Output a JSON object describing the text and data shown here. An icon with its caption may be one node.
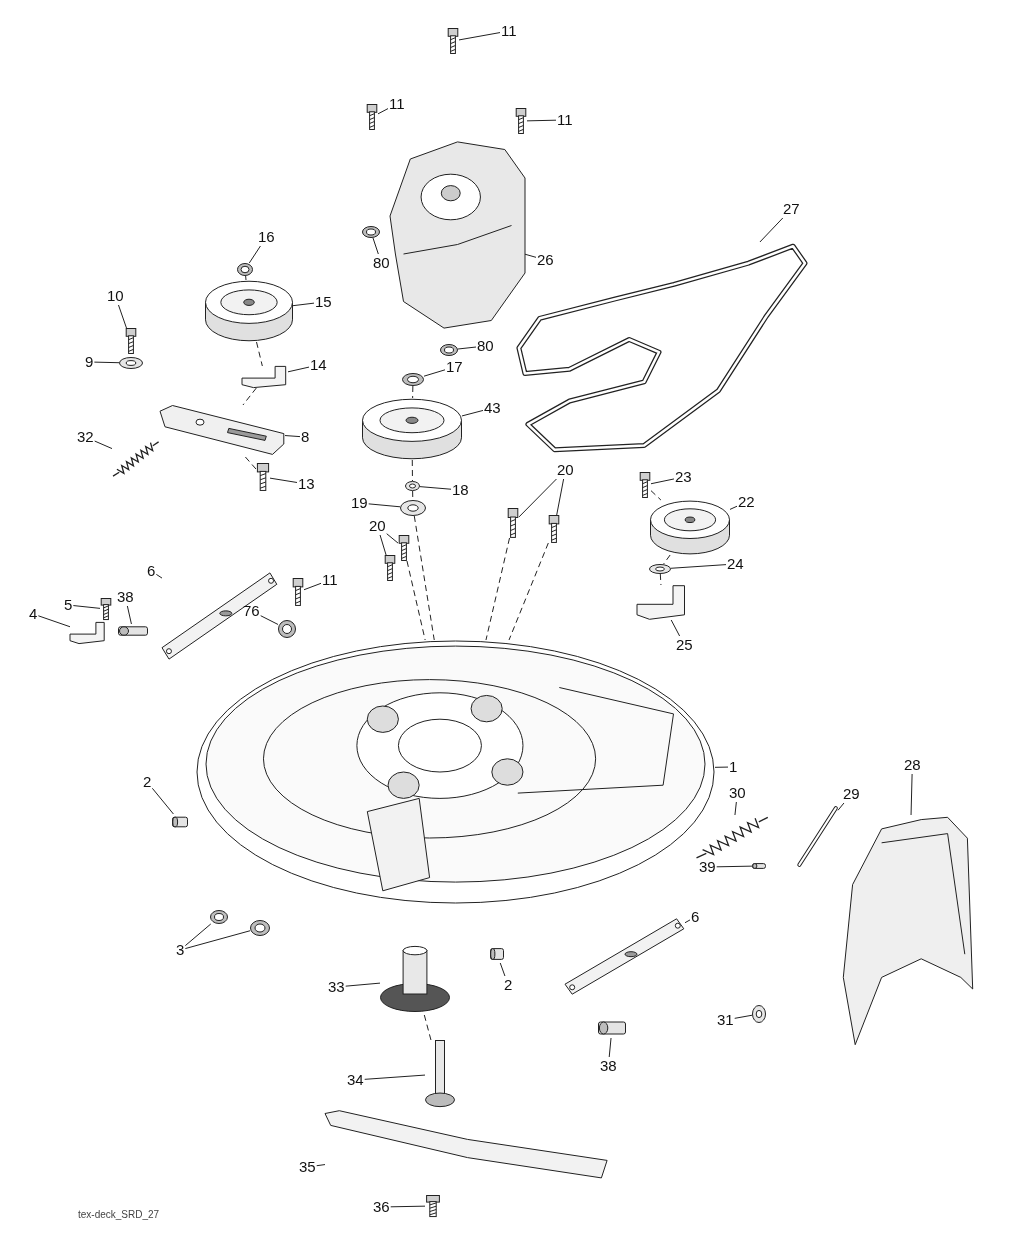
{
  "diagram": {
    "nodes": [
      {
        "text": [
          "11"
        ]
      },
      {
        "text": [
          "11"
        ]
      },
      {
        "text": [
          "11"
        ]
      },
      {
        "text": [
          "27"
        ]
      },
      {
        "text": [
          "16"
        ]
      },
      {
        "text": [
          "26"
        ]
      },
      {
        "text": [
          "10"
        ]
      },
      {
        "text": [
          "15"
        ]
      },
      {
        "text": [
          "80"
        ]
      },
      {
        "text": [
          "80"
        ]
      },
      {
        "text": [
          "9"
        ]
      },
      {
        "text": [
          "14"
        ]
      },
      {
        "text": [
          "17"
        ]
      },
      {
        "text": [
          "43"
        ]
      },
      {
        "text": [
          "8"
        ]
      },
      {
        "text": [
          "32"
        ]
      },
      {
        "text": [
          "13"
        ]
      },
      {
        "text": [
          "19"
        ]
      },
      {
        "text": [
          "18"
        ]
      },
      {
        "text": [
          "20"
        ]
      },
      {
        "text": [
          "23"
        ]
      },
      {
        "text": [
          "22"
        ]
      },
      {
        "text": [
          "20"
        ]
      },
      {
        "text": [
          "11"
        ]
      },
      {
        "text": [
          "24"
        ]
      },
      {
        "text": [
          "5"
        ]
      },
      {
        "text": [
          "38"
        ]
      },
      {
        "text": [
          "6"
        ]
      },
      {
        "text": [
          "76"
        ]
      },
      {
        "text": [
          "25"
        ]
      },
      {
        "text": [
          "4"
        ]
      },
      {
        "text": [
          "1"
        ]
      },
      {
        "text": [
          "2"
        ]
      },
      {
        "text": [
          "30"
        ]
      },
      {
        "text": [
          "29"
        ]
      },
      {
        "text": [
          "28"
        ]
      },
      {
        "text": [
          "39"
        ]
      },
      {
        "text": [
          "3"
        ]
      },
      {
        "text": [
          "2"
        ]
      },
      {
        "text": [
          "33"
        ]
      },
      {
        "text": [
          "6"
        ]
      },
      {
        "text": [
          "31"
        ]
      },
      {
        "text": [
          "38"
        ]
      },
      {
        "text": [
          "34"
        ]
      },
      {
        "text": [
          "35"
        ]
      },
      {
        "text": [
          "36"
        ]
      },
      {
        "text": [],
        "shape": "picture"
      },
      {
        "text": [],
        "shape": "picture"
      },
      {
        "text": [],
        "shape": "picture"
      },
      {
        "text": [],
        "shape": "picture"
      },
      {
        "text": [],
        "shape": "picture"
      },
      {
        "text": [],
        "shape": "picture"
      },
      {
        "text": [],
        "shape": "picture"
      },
      {
        "text": [],
        "shape": "picture"
      },
      {
        "text": [],
        "shape": "picture"
      },
      {
        "text": [],
        "shape": "picture"
      },
      {
        "text": [],
        "shape": "picture"
      },
      {
        "text": [],
        "shape": "picture"
      },
      {
        "text": [],
        "shape": "picture"
      },
      {
        "text": [],
        "shape": "picture"
      },
      {
        "text": [],
        "shape": "picture"
      },
      {
        "text": [],
        "shape": "picture"
      },
      {
        "text": [],
        "shape": "picture"
      },
      {
        "text": [],
        "shape": "picture"
      },
      {
        "text": [],
        "shape": "picture"
      },
      {
        "text": [],
        "shape": "picture"
      },
      {
        "text": [],
        "shape": "picture"
      },
      {
        "text": [],
        "shape": "picture"
      },
      {
        "text": [],
        "shape": "picture"
      },
      {
        "text": [],
        "shape": "picture"
      },
      {
        "text": [],
        "shape": "picture"
      },
      {
        "text": [],
        "shape": "picture"
      },
      {
        "text": [],
        "shape": "picture"
      },
      {
        "text": [],
        "shape": "picture"
      },
      {
        "text": [],
        "shape": "picture"
      },
      {
        "text": [],
        "shape": "picture"
      },
      {
        "text": [],
        "shape": "picture"
      },
      {
        "text": [],
        "shape": "picture"
      },
      {
        "text": [],
        "shape": "picture"
      },
      {
        "text": [],
        "shape": "picture"
      },
      {
        "text": [],
        "shape": "picture"
      },
      {
        "text": [],
        "shape": "picture"
      },
      {
        "text": [],
        "shape": "picture"
      },
      {
        "text": [],
        "shape": "picture"
      },
      {
        "text": [],
        "shape": "picture"
      },
      {
        "text": [],
        "shape": "picture"
      },
      {
        "text": [],
        "shape": "picture"
      },
      {
        "text": [],
        "shape": "picture"
      },
      {
        "text": [],
        "shape": "picture"
      },
      {
        "text": [],
        "shape": "picture"
      },
      {
        "text": [],
        "shape": "picture"
      },
      {
        "text": [],
        "shape": "picture"
      },
      {
        "text": [],
        "shape": "picture"
      },
      {
        "text": [],
        "shape": "picture"
      },
      {
        "text": [],
        "shape": "picture"
      }
    ],
    "edges": [
      {
        "from": 0,
        "to": 46,
        "arrow": "none"
      },
      {
        "from": 1,
        "to": 47,
        "arrow": "none"
      },
      {
        "from": 2,
        "to": 48,
        "arrow": "none"
      },
      {
        "from": 3,
        "to": 53,
        "arrow": "none"
      },
      {
        "from": 4,
        "to": 51,
        "arrow": "none"
      },
      {
        "from": 5,
        "to": 49,
        "arrow": "none"
      },
      {
        "from": 6,
        "to": 55,
        "arrow": "none"
      },
      {
        "from": 7,
        "to": 52,
        "arrow": "none"
      },
      {
        "from": 8,
        "to": 50,
        "arrow": "none"
      },
      {
        "from": 9,
        "to": 54,
        "arrow": "none"
      },
      {
        "from": 10,
        "to": 56,
        "arrow": "none"
      },
      {
        "from": 11,
        "to": 57,
        "arrow": "none"
      },
      {
        "from": 12,
        "to": 58,
        "arrow": "none"
      },
      {
        "from": 13,
        "to": 59,
        "arrow": "none"
      },
      {
        "from": 14,
        "to": 60,
        "arrow": "none"
      },
      {
        "from": 15,
        "to": 61,
        "arrow": "none"
      },
      {
        "from": 16,
        "to": 62,
        "arrow": "none"
      },
      {
        "from": 17,
        "to": 64,
        "arrow": "none"
      },
      {
        "from": 18,
        "to": 63,
        "arrow": "none"
      },
      {
        "from": 19,
        "to": 65,
        "arrow": "none"
      },
      {
        "from": 19,
        "to": 66,
        "arrow": "none"
      },
      {
        "from": 20,
        "to": 67,
        "arrow": "none"
      },
      {
        "from": 21,
        "to": 68,
        "arrow": "none"
      },
      {
        "from": 22,
        "to": 69,
        "arrow": "none"
      },
      {
        "from": 22,
        "to": 70,
        "arrow": "none"
      },
      {
        "from": 23,
        "to": 72,
        "arrow": "none"
      },
      {
        "from": 24,
        "to": 71,
        "arrow": "none"
      },
      {
        "from": 25,
        "to": 74,
        "arrow": "none"
      },
      {
        "from": 26,
        "to": 76,
        "arrow": "none"
      },
      {
        "from": 27,
        "to": 77,
        "arrow": "none"
      },
      {
        "from": 28,
        "to": 78,
        "arrow": "none"
      },
      {
        "from": 29,
        "to": 73,
        "arrow": "none"
      },
      {
        "from": 30,
        "to": 75,
        "arrow": "none"
      },
      {
        "from": 31,
        "to": 79,
        "arrow": "none"
      },
      {
        "from": 32,
        "to": 80,
        "arrow": "none"
      },
      {
        "from": 33,
        "to": 81,
        "arrow": "none"
      },
      {
        "from": 34,
        "to": 82,
        "arrow": "none"
      },
      {
        "from": 35,
        "to": 83,
        "arrow": "none"
      },
      {
        "from": 36,
        "to": 84,
        "arrow": "none"
      },
      {
        "from": 37,
        "to": 85,
        "arrow": "none"
      },
      {
        "from": 37,
        "to": 86,
        "arrow": "none"
      },
      {
        "from": 38,
        "to": 87,
        "arrow": "none"
      },
      {
        "from": 39,
        "to": 89,
        "arrow": "none"
      },
      {
        "from": 40,
        "to": 88,
        "arrow": "none"
      },
      {
        "from": 41,
        "to": 90,
        "arrow": "none"
      },
      {
        "from": 42,
        "to": 91,
        "arrow": "none"
      },
      {
        "from": 43,
        "to": 92,
        "arrow": "none"
      },
      {
        "from": 44,
        "to": 93,
        "arrow": "none"
      },
      {
        "from": 45,
        "to": 94,
        "arrow": "none"
      },
      {
        "from": 51,
        "to": 52,
        "arrow": "none",
        "style": "dashed"
      },
      {
        "from": 52,
        "to": 57,
        "arrow": "none",
        "style": "dashed"
      },
      {
        "from": 57,
        "to": 60,
        "arrow": "none",
        "style": "dashed"
      },
      {
        "from": 60,
        "to": 62,
        "arrow": "none",
        "style": "dashed"
      },
      {
        "from": 58,
        "to": 59,
        "arrow": "none",
        "style": "dashed"
      },
      {
        "from": 59,
        "to": 63,
        "arrow": "none",
        "style": "dashed"
      },
      {
        "from": 63,
        "to": 64,
        "arrow": "none",
        "style": "dashed"
      },
      {
        "from": 64,
        "to": 79,
        "arrow": "none",
        "style": "dashed"
      },
      {
        "from": 67,
        "to": 68,
        "arrow": "none",
        "style": "dashed"
      },
      {
        "from": 68,
        "to": 71,
        "arrow": "none",
        "style": "dashed"
      },
      {
        "from": 71,
        "to": 73,
        "arrow": "none",
        "style": "dashed"
      },
      {
        "from": 65,
        "to": 79,
        "arrow": "none",
        "style": "dashed"
      },
      {
        "from": 66,
        "to": 79,
        "arrow": "none",
        "style": "dashed"
      },
      {
        "from": 69,
        "to": 79,
        "arrow": "none",
        "style": "dashed"
      },
      {
        "from": 89,
        "to": 92,
        "arrow": "none",
        "style": "dashed"
      }
    ],
    "labels": [
      "tex-deck_SRD_27"
    ]
  }
}
